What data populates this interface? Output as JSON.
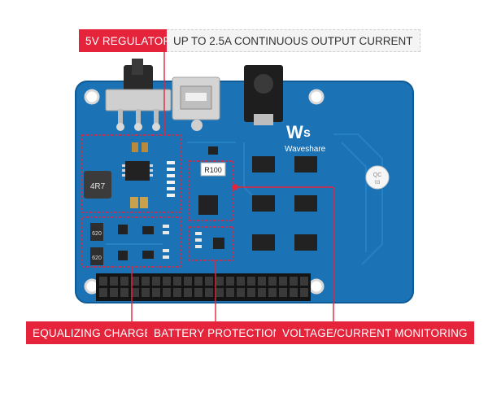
{
  "labels": {
    "regulator": "5V REGULATOR",
    "output_current": "UP TO 2.5A CONTINUOUS OUTPUT CURRENT",
    "equalizing_charge": "EQUALIZING CHARGE",
    "battery_protection": "BATTERY PROTECTION",
    "voltage_current_monitoring": "VOLTAGE/CURRENT MONITORING"
  },
  "board": {
    "brand": "Waveshare",
    "inductor_marking": "4R7",
    "shunt_marking": "R100",
    "resistor_marking_a": "620",
    "resistor_marking_b": "620",
    "qc_sticker_line1": "QC",
    "qc_sticker_line2": "03"
  },
  "colors": {
    "accent_red": "#e5243b",
    "pcb_blue": "#1a73b4",
    "callout_line": "#e5243b"
  }
}
